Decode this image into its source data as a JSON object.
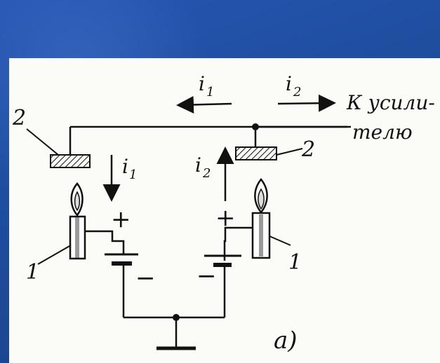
{
  "diagram": {
    "current_left_label": "i",
    "current_left_sub": "1",
    "current_right_label": "i",
    "current_right_sub": "2",
    "output_label_line1": "К усили-",
    "output_label_line2": "телю",
    "left_vertical_current_label": "i",
    "left_vertical_current_sub": "1",
    "right_vertical_current_label": "i",
    "right_vertical_current_sub": "2",
    "label_1_left": "1",
    "label_1_right": "1",
    "label_2_left": "2",
    "label_2_right": "2",
    "plus_left": "+",
    "minus_left": "−",
    "plus_right": "+",
    "minus_right": "−",
    "caption": "а)"
  },
  "colors": {
    "background_blue": "#1f4e9f",
    "paper": "#fbfbf8",
    "ink": "#111111"
  }
}
